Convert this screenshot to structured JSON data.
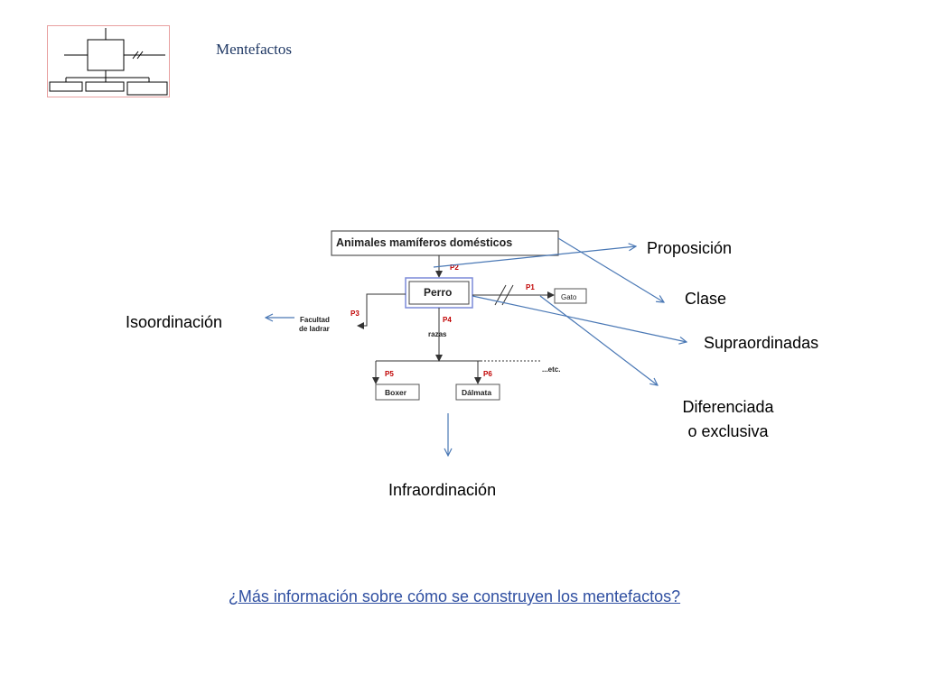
{
  "slide": {
    "title": "Mentefactos",
    "link_text": "¿Más información sobre cómo se construyen los mentefactos?"
  },
  "figure": {
    "top_concept": "Animales mamíferos domésticos",
    "central_concept": "Perro",
    "exclusion_concept": "Gato",
    "isoordination_concept": [
      "Facultad",
      "de ladrar"
    ],
    "infra_label": "razas",
    "infra_items": [
      "Boxer",
      "Dálmata"
    ],
    "etc": "...etc.",
    "propositions": [
      "P1",
      "P2",
      "P3",
      "P4",
      "P5",
      "P6"
    ]
  },
  "annotations": {
    "proposicion": "Proposición",
    "clase": "Clase",
    "supraordinadas": "Supraordinadas",
    "diferenciada_1": "Diferenciada",
    "diferenciada_2": "o exclusiva",
    "isoordinacion": "Isoordinación",
    "infraordinacion": "Infraordinación"
  },
  "colors": {
    "arrow": "#4a78b5",
    "proposition_label": "#c00000",
    "link": "#2f4fa1",
    "title": "#1f3864",
    "logo_border": "#e8a0a0"
  }
}
